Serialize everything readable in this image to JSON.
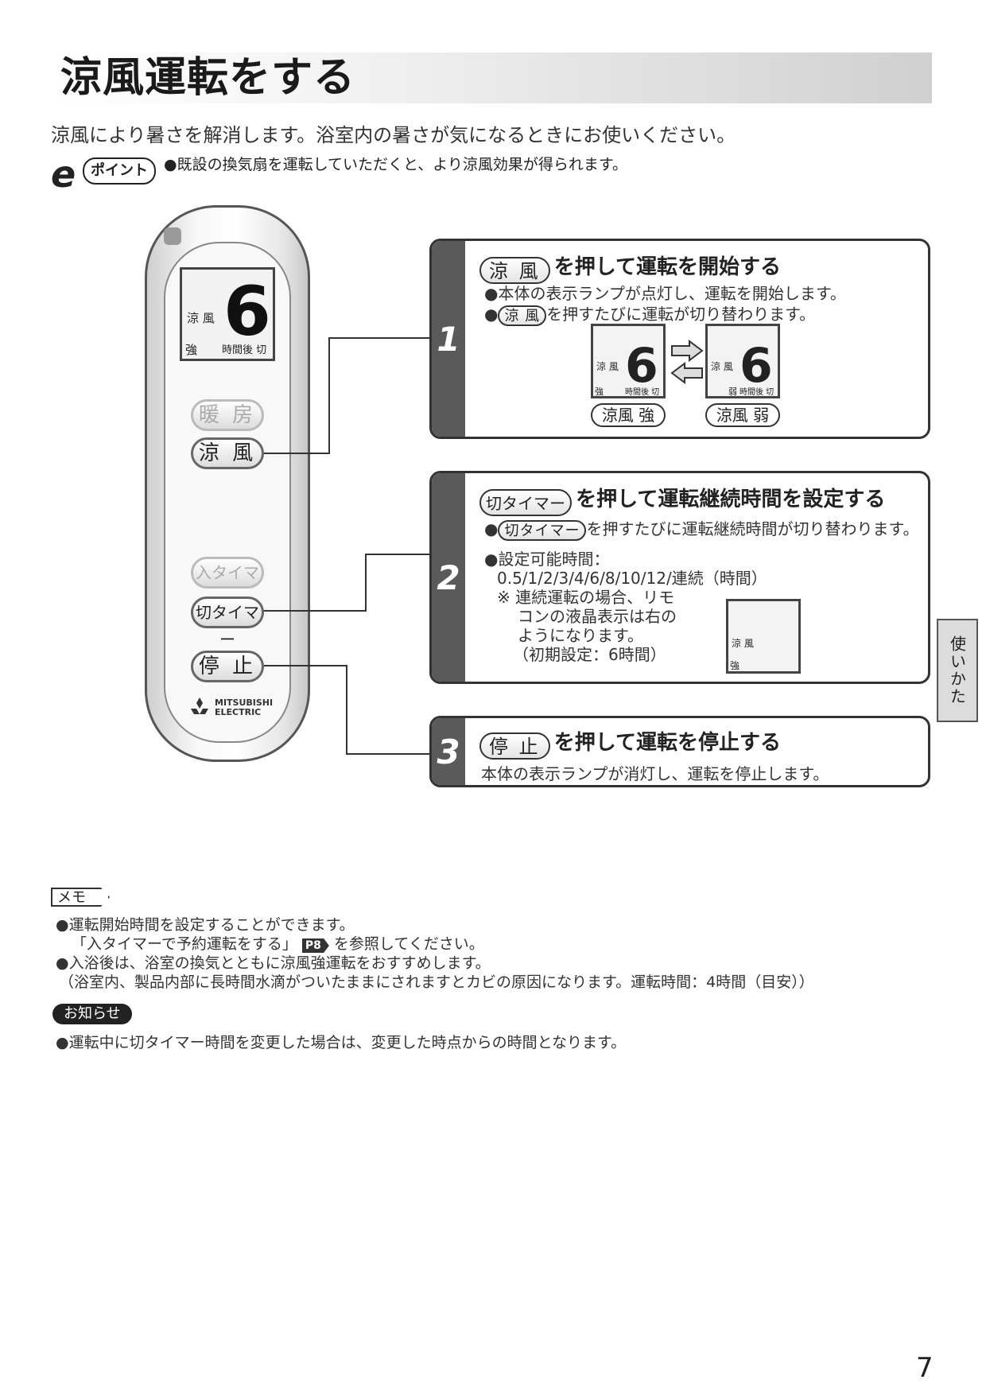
{
  "title": "涼風運転をする",
  "intro": "涼風により暑さを解消します。浴室内の暑さが気になるときにお使いください。",
  "point": {
    "icon_letter": "e",
    "label": "ポイント",
    "text": "●既設の換気扇を運転していただくと、より涼風効果が得られます。"
  },
  "remote": {
    "lcd": {
      "mode": "涼 風",
      "digit": "6",
      "strength": "強",
      "timer": "時間後 切"
    },
    "buttons": {
      "heating": "暖 房",
      "cool": "涼 風",
      "on_timer": "入タイマー",
      "off_timer": "切タイマー",
      "stop": "停 止"
    },
    "logo": "MITSUBISHI ELECTRIC",
    "logo_line1": "MITSUBISHI",
    "logo_line2": "ELECTRIC"
  },
  "steps": [
    {
      "number": "1",
      "button": "涼 風",
      "title": "を押して運転を開始する",
      "bullet1": "●本体の表示ランプが点灯し、運転を開始します。",
      "bullet2_pre": "●",
      "bullet2_button": "涼 風",
      "bullet2_post": "を押すたびに運転が切り替わります。",
      "lcd_strong": {
        "mode": "涼 風",
        "digit": "6",
        "level": "強",
        "timer": "時間後 切",
        "label": "涼風 強"
      },
      "lcd_weak": {
        "mode": "涼 風",
        "digit": "6",
        "level": "弱",
        "timer": "時間後 切",
        "label": "涼風 弱"
      }
    },
    {
      "number": "2",
      "button": "切タイマー",
      "title": "を押して運転継続時間を設定する",
      "bullet1_pre": "●",
      "bullet1_button": "切タイマー",
      "bullet1_post": "を押すたびに運転継続時間が切り替わります。",
      "bullet2": "●設定可能時間：",
      "times": "0.5/1/2/3/4/6/8/10/12/連続（時間）",
      "note1": "※ 連続運転の場合、リモ",
      "note2": "コンの液晶表示は右の",
      "note3": "ようになります。",
      "note4": "（初期設定：6時間）",
      "lcd": {
        "mode": "涼 風",
        "level": "強"
      }
    },
    {
      "number": "3",
      "button": "停 止",
      "title": "を押して運転を停止する",
      "text": "本体の表示ランプが消灯し、運転を停止します。"
    }
  ],
  "side_tab": "使いかた",
  "memo": {
    "label": "メモ",
    "line1": "●運転開始時間を設定することができます。",
    "line2_pre": "「入タイマーで予約運転をする」",
    "line2_ref": "P8",
    "line2_post": "を参照してください。",
    "line3": "●入浴後は、浴室の換気とともに涼風強運転をおすすめします。",
    "line4": "（浴室内、製品内部に長時間水滴がついたままにされますとカビの原因になります。運転時間：4時間（目安））"
  },
  "notice": {
    "label": "お知らせ",
    "line1": "●運転中に切タイマー時間を変更した場合は、変更した時点からの時間となります。"
  },
  "page_number": "7"
}
